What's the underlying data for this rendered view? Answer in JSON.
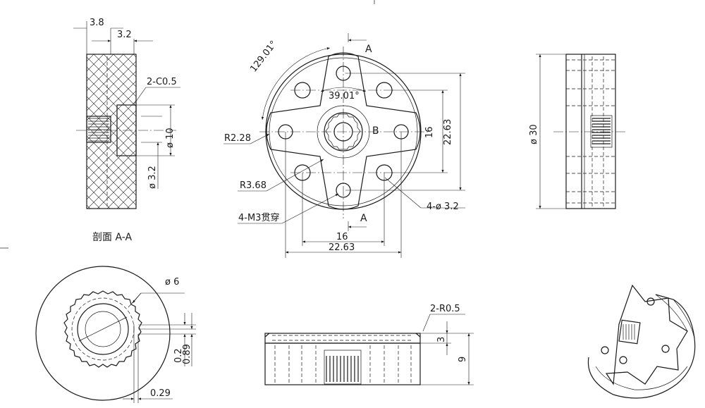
{
  "labels": {
    "d_3_8": "3.8",
    "d_3_2_top": "3.2",
    "chamfer": "2-C0.5",
    "dia_10": "ø 10",
    "dia_3_2": "ø 3.2",
    "section_caption": "剖面  A-A",
    "angle_129": "129.01°",
    "angle_39": "39.01°",
    "marker_a_top": "A",
    "marker_a_bottom": "A",
    "marker_b": "B",
    "r_2_28": "R2.28",
    "r_3_68": "R3.68",
    "m3": "4-M3贯穿",
    "holes": "4-ø 3.2",
    "dim_16_v": "16",
    "dim_22_63_v": "22.63",
    "dim_16_h": "16",
    "dim_22_63_h": "22.63",
    "dia_30": "ø 30",
    "dia_6": "ø 6",
    "tooth_0_2": "0.2",
    "tooth_0_89": "0.89",
    "tooth_0_29": "0.29",
    "r_0_5": "2-R0.5",
    "h_3": "3",
    "h_9": "9"
  }
}
